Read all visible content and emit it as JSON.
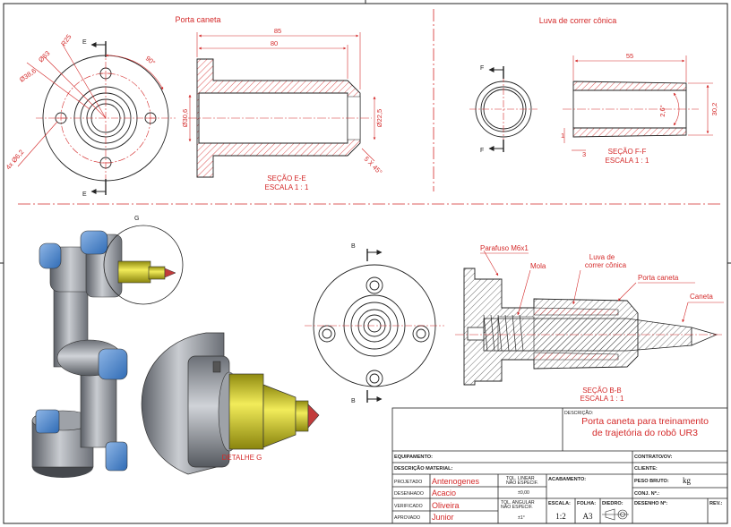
{
  "views": {
    "porta_caneta": {
      "title": "Porta caneta",
      "section_label": "SEÇÃO E-E",
      "scale_label": "ESCALA 1 : 1",
      "cut_letter": "E",
      "dims": {
        "r25": "R25",
        "d63": "Ø63",
        "d38": "Ø38,6",
        "holes": "4x Ø6,2",
        "angle": "90°",
        "len85": "85",
        "len80": "80",
        "d30": "Ø30,6",
        "d22": "Ø22,5",
        "chamfer": "5 X 45°"
      }
    },
    "luva": {
      "title": "Luva de correr cônica",
      "section_label": "SEÇÃO F-F",
      "scale_label": "ESCALA 1 : 1",
      "cut_letter": "F",
      "dims": {
        "len55": "55",
        "angle": "2,6°",
        "d30": "30,2",
        "one": "1",
        "three": "3"
      }
    },
    "assembly": {
      "detail_ref": "G",
      "detail_label": "DETALHE G",
      "cut_letter": "B",
      "section_label": "SEÇÃO B-B",
      "scale_label": "ESCALA 1 : 1",
      "callouts": {
        "parafuso": "Parafuso M6x1",
        "mola": "Mola",
        "luva_1": "Luva de",
        "luva_2": "correr cônica",
        "porta": "Porta caneta",
        "caneta": "Caneta"
      }
    }
  },
  "title_block": {
    "descricao_cap": "DESCRIÇÃO:",
    "descricao_1": "Porta caneta para treinamento",
    "descricao_2": "de trajetória do robô UR3",
    "equipamento_cap": "EQUIPAMENTO:",
    "material_cap": "DESCRIÇÃO MATERIAL:",
    "contrato_cap": "CONTRATO/OV:",
    "cliente_cap": "CLIENTE:",
    "peso_cap": "PESO BRUTO:",
    "peso_unit": "kg",
    "conj_cap": "CONJ. Nº.:",
    "desenho_cap": "DESENHO Nº:",
    "rev_cap": "REV.:",
    "acabamento_cap": "ACABAMENTO:",
    "tol_linear_1": "TOL. LINEAR",
    "tol_linear_2": "NÃO ESPECIF.",
    "tol_linear_val": "±0,00",
    "tol_angular_1": "TOL. ANGULAR",
    "tol_angular_2": "NÃO ESPECIF.",
    "tol_angular_val": "±1°",
    "escala_cap": "ESCALA:",
    "escala_val": "1:2",
    "folha_cap": "FOLHA:",
    "folha_val": "A3",
    "diedro_cap": "DIEDRO:",
    "roles": [
      {
        "cap": "PROJETADO",
        "name": "Antenogenes"
      },
      {
        "cap": "DESENHADO",
        "name": "Acacio"
      },
      {
        "cap": "VERIFICADO",
        "name": "Oliveira"
      },
      {
        "cap": "APROVADO",
        "name": "Junior"
      }
    ]
  }
}
